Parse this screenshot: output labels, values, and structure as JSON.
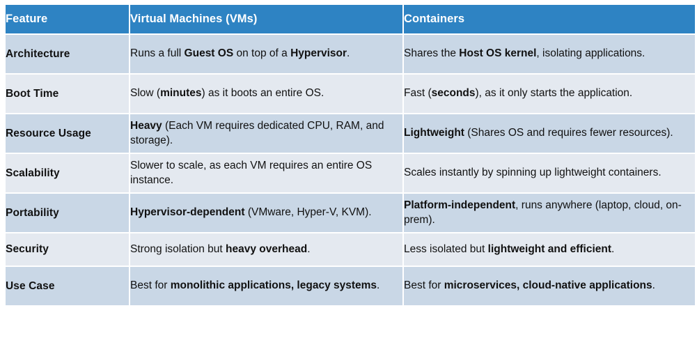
{
  "table": {
    "headers": [
      {
        "label": "Feature"
      },
      {
        "label": "Virtual Machines (VMs)"
      },
      {
        "label": "Containers"
      }
    ],
    "colors": {
      "header_bg": "#2e83c3",
      "header_text": "#ffffff",
      "row_dark_bg": "#c9d7e6",
      "row_light_bg": "#e4e9f0",
      "body_text": "#111111",
      "page_bg": "#ffffff"
    },
    "rows": [
      {
        "feature": "Architecture",
        "vm_html": "Runs a full <b>Guest OS</b> on top of a <b>Hypervisor</b>.",
        "vm_text": "Runs a full Guest OS on top of a Hypervisor.",
        "container_html": "Shares the <b>Host OS kernel</b>, isolating applications.",
        "container_text": "Shares the Host OS kernel, isolating applications.",
        "shade": "dark"
      },
      {
        "feature": "Boot Time",
        "vm_html": "Slow (<b>minutes</b>) as it boots an entire OS.",
        "vm_text": "Slow (minutes) as it boots an entire OS.",
        "container_html": "Fast (<b>seconds</b>), as it only starts the application.",
        "container_text": "Fast (seconds), as it only starts the application.",
        "shade": "light"
      },
      {
        "feature": "Resource Usage",
        "vm_html": "<b>Heavy</b> (Each VM requires dedicated CPU, RAM, and storage).",
        "vm_text": "Heavy (Each VM requires dedicated CPU, RAM, and storage).",
        "container_html": "<b>Lightweight</b> (Shares OS and requires fewer resources).",
        "container_text": "Lightweight (Shares OS and requires fewer resources).",
        "shade": "dark"
      },
      {
        "feature": "Scalability",
        "vm_html": "Slower to scale, as each VM requires an entire OS instance.",
        "vm_text": "Slower to scale, as each VM requires an entire OS instance.",
        "container_html": "Scales instantly by spinning up lightweight containers.",
        "container_text": "Scales instantly by spinning up lightweight containers.",
        "shade": "light"
      },
      {
        "feature": "Portability",
        "vm_html": "<b>Hypervisor-dependent</b> (VMware, Hyper-V, KVM).",
        "vm_text": "Hypervisor-dependent (VMware, Hyper-V, KVM).",
        "container_html": "<b>Platform-independent</b>, runs anywhere (laptop, cloud, on-prem).",
        "container_text": "Platform-independent, runs anywhere (laptop, cloud, on-prem).",
        "shade": "dark"
      },
      {
        "feature": "Security",
        "vm_html": "Strong isolation but <b>heavy overhead</b>.",
        "vm_text": "Strong isolation but heavy overhead.",
        "container_html": "Less isolated but <b>lightweight and efficient</b>.",
        "container_text": "Less isolated but lightweight and efficient.",
        "shade": "light"
      },
      {
        "feature": "Use Case",
        "vm_html": "Best for <b>monolithic applications, legacy systems</b>.",
        "vm_text": "Best for monolithic applications, legacy systems.",
        "container_html": "Best for <b>microservices, cloud-native applications</b>.",
        "container_text": "Best for microservices, cloud-native applications.",
        "shade": "dark"
      }
    ]
  }
}
